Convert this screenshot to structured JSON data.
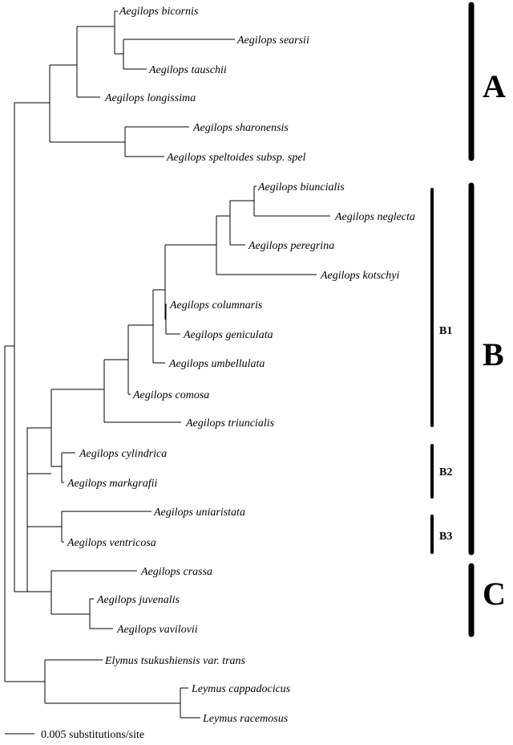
{
  "taxa": [
    "Aegilops bicornis",
    "Aegilops searsii",
    "Aegilops tauschii",
    "Aegilops longissima",
    "Aegilops sharonensis",
    "Aegilops speltoides subsp. spel",
    "Aegilops biuncialis",
    "Aegilops neglecta",
    "Aegilops peregrina",
    "Aegilops kotschyi",
    "Aegilops columnaris",
    "Aegilops geniculata",
    "Aegilops umbellulata",
    "Aegilops comosa",
    "Aegilops triuncialis",
    "Aegilops cylindrica",
    "Aegilops markgrafii",
    "Aegilops uniaristata",
    "Aegilops ventricosa",
    "Aegilops crassa",
    "Aegilops juvenalis",
    "Aegilops vavilovii",
    "Elymus tsukushiensis var. trans",
    "Leymus cappadocicus",
    "Leymus racemosus"
  ],
  "clades": {
    "A": "A",
    "B": "B",
    "C": "C",
    "B1": "B1",
    "B2": "B2",
    "B3": "B3"
  },
  "scale_bar": {
    "label": "0.005 substitutions/site"
  }
}
